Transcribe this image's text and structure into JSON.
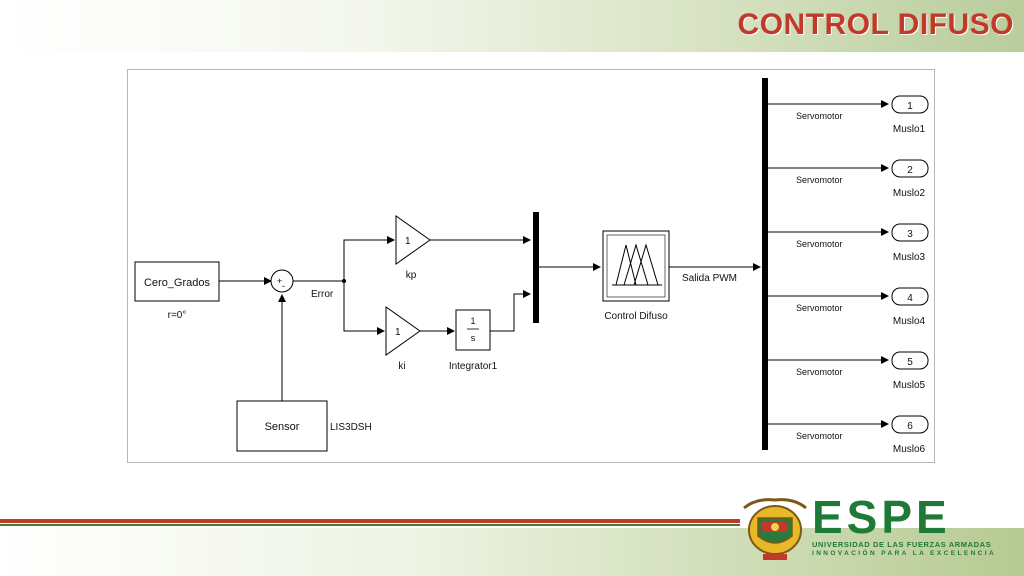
{
  "slide": {
    "title": "CONTROL DIFUSO"
  },
  "diagram": {
    "constant_block": {
      "label": "Cero_Grados",
      "caption": "r=0°"
    },
    "sum_block": {
      "signs": "+-"
    },
    "error_label": "Error",
    "gain_kp": {
      "value": "1",
      "caption": "kp"
    },
    "gain_ki": {
      "value": "1",
      "caption": "ki"
    },
    "integrator": {
      "numerator": "1",
      "denominator": "s",
      "caption": "Integrator1"
    },
    "fuzzy_block": {
      "caption": "Control Difuso"
    },
    "pwm_label": "Salida PWM",
    "sensor_block": {
      "label": "Sensor",
      "caption": "LIS3DSH"
    },
    "outputs": [
      {
        "signal": "Servomotor",
        "port": "1",
        "name": "Muslo1"
      },
      {
        "signal": "Servomotor",
        "port": "2",
        "name": "Muslo2"
      },
      {
        "signal": "Servomotor",
        "port": "3",
        "name": "Muslo3"
      },
      {
        "signal": "Servomotor",
        "port": "4",
        "name": "Muslo4"
      },
      {
        "signal": "Servomotor",
        "port": "5",
        "name": "Muslo5"
      },
      {
        "signal": "Servomotor",
        "port": "6",
        "name": "Muslo6"
      }
    ]
  },
  "footer": {
    "brand": "ESPE",
    "university": "UNIVERSIDAD DE LAS FUERZAS ARMADAS",
    "motto": "INNOVACIÓN PARA LA EXCELENCIA",
    "brand_color": "#1e7a36",
    "title_color": "#c0392b"
  }
}
